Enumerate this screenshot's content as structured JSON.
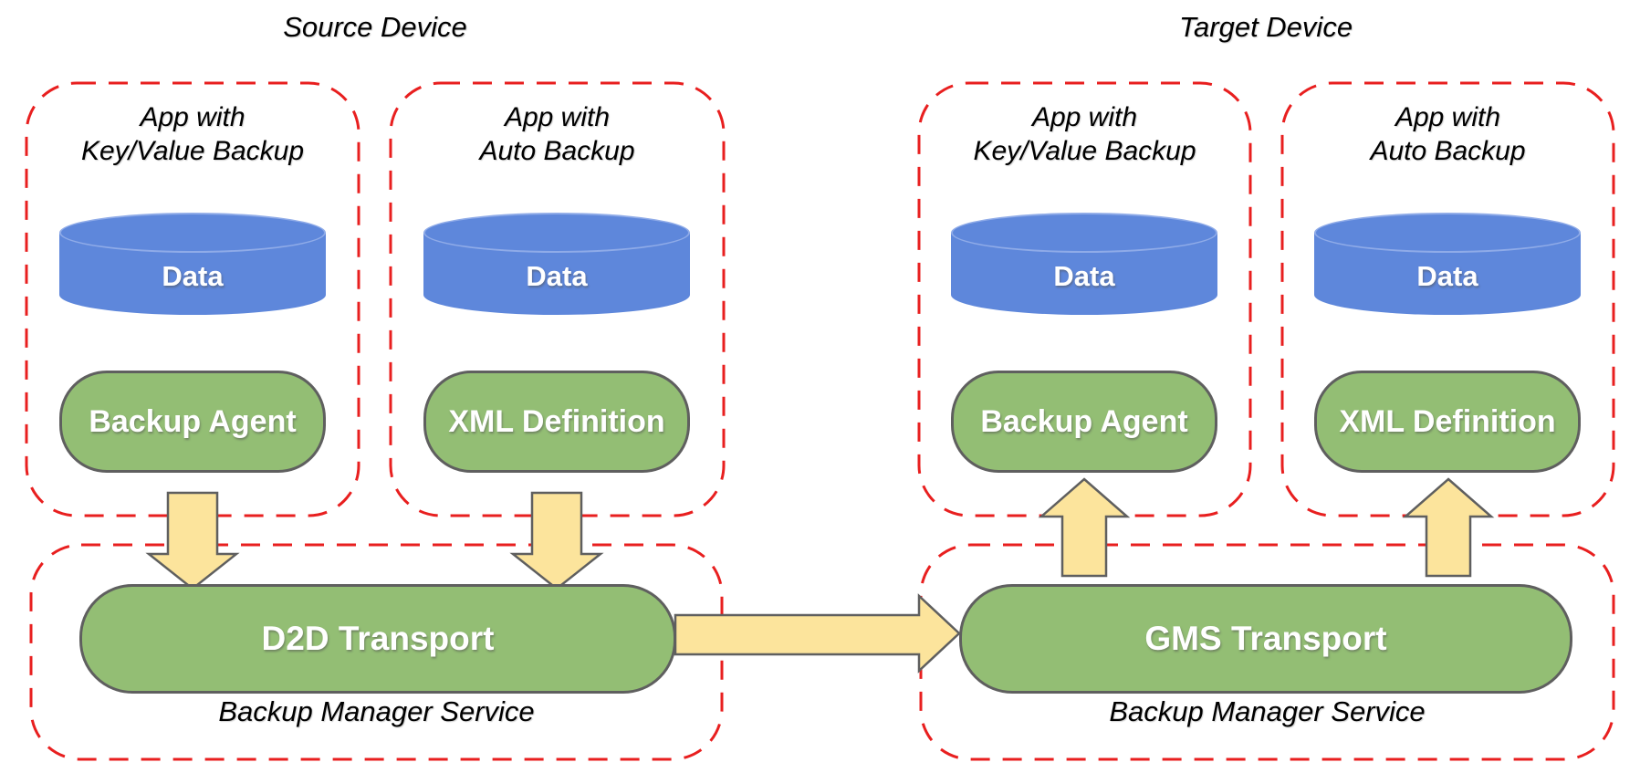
{
  "colors": {
    "outline_red": "#e81f1f",
    "component_green": "#93be74",
    "data_blue": "#5e87db",
    "arrow_yellow": "#fce49c",
    "shape_border_gray": "#5f5f5f",
    "label_white": "#ffffff",
    "text_black": "#000000"
  },
  "source_device": {
    "title": "Source Device",
    "apps": [
      {
        "name_line1": "App with",
        "name_line2": "Key/Value Backup",
        "data_store": "Data",
        "component": "Backup Agent"
      },
      {
        "name_line1": "App with",
        "name_line2": "Auto Backup",
        "data_store": "Data",
        "component": "XML Definition"
      }
    ],
    "backup_manager": {
      "transport": "D2D Transport",
      "label": "Backup Manager Service"
    }
  },
  "target_device": {
    "title": "Target Device",
    "apps": [
      {
        "name_line1": "App with",
        "name_line2": "Key/Value Backup",
        "data_store": "Data",
        "component": "Backup Agent"
      },
      {
        "name_line1": "App with",
        "name_line2": "Auto Backup",
        "data_store": "Data",
        "component": "XML Definition"
      }
    ],
    "backup_manager": {
      "transport": "GMS Transport",
      "label": "Backup Manager Service"
    }
  },
  "arrows": [
    {
      "name": "backup-agent-to-d2d",
      "direction": "down"
    },
    {
      "name": "xml-definition-to-d2d",
      "direction": "down"
    },
    {
      "name": "d2d-to-gms",
      "direction": "right"
    },
    {
      "name": "gms-to-backup-agent",
      "direction": "up"
    },
    {
      "name": "gms-to-xml-definition",
      "direction": "up"
    }
  ]
}
